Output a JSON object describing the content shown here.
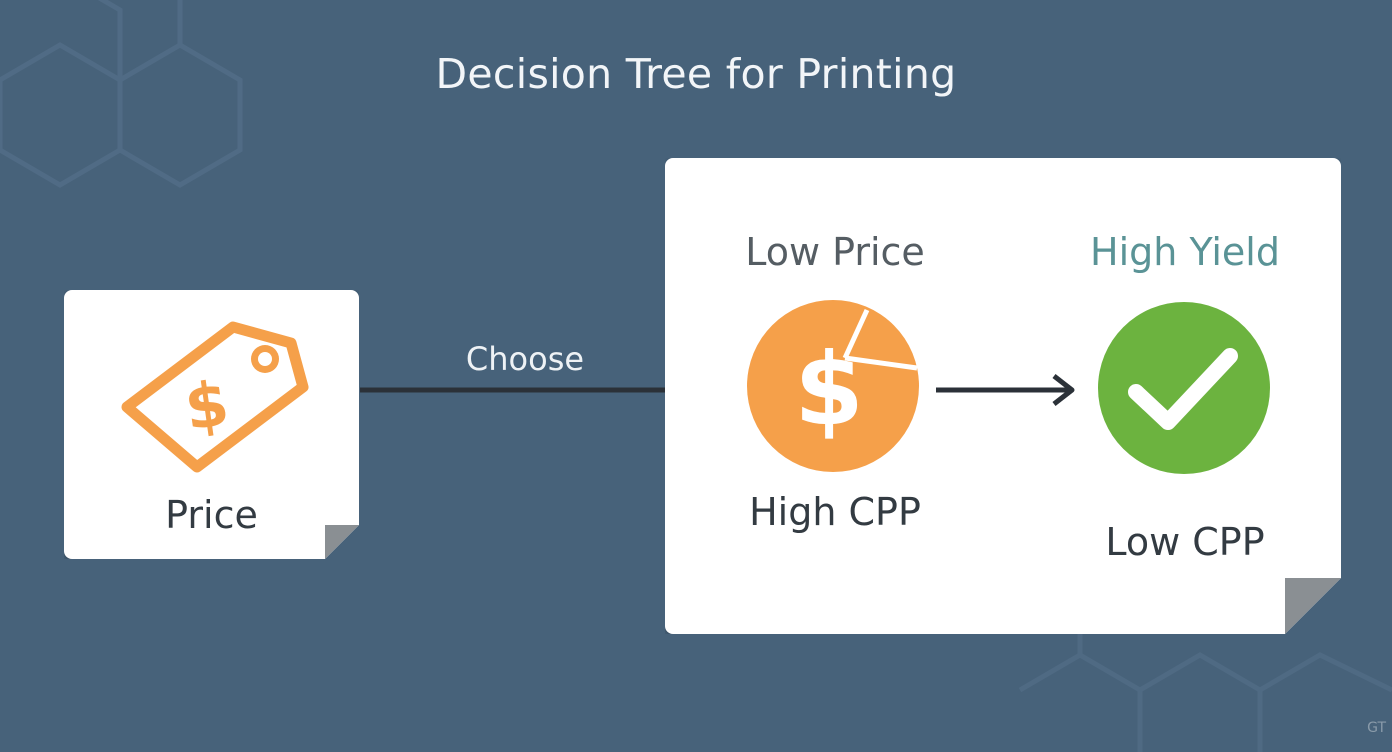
{
  "title": "Decision Tree for Printing",
  "colors": {
    "background": "#47627a",
    "card": "#ffffff",
    "accent_orange": "#f5a04a",
    "accent_green": "#6cb33f",
    "high_yield_text": "#5a9396"
  },
  "start_node": {
    "label": "Price",
    "icon": "price-tag-dollar-icon"
  },
  "edge_label": "Choose",
  "result_panel": {
    "left_option": {
      "top_label": "Low Price",
      "icon": "dollar-coin-icon",
      "bottom_label": "High CPP"
    },
    "right_option": {
      "top_label": "High Yield",
      "icon": "checkmark-circle-icon",
      "bottom_label": "Low CPP"
    }
  },
  "watermark": "GT"
}
